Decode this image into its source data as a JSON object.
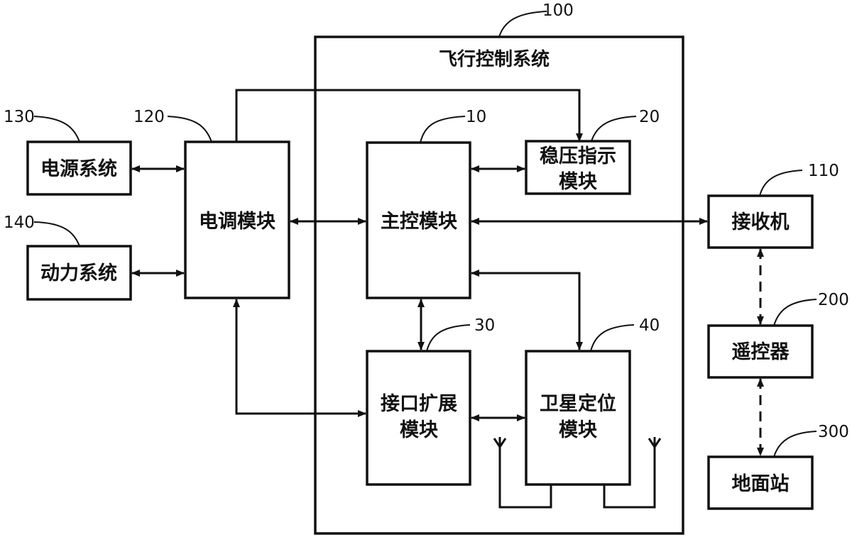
{
  "system": {
    "number": "100",
    "title": "飞行控制系统"
  },
  "blocks": {
    "power": {
      "number": "130",
      "label": "电源系统"
    },
    "drive": {
      "number": "140",
      "label": "动力系统"
    },
    "esc": {
      "number": "120",
      "label": "电调模块"
    },
    "main": {
      "number": "10",
      "label": "主控模块"
    },
    "regulator": {
      "number": "20",
      "label_line1": "稳压指示",
      "label_line2": "模块"
    },
    "interface": {
      "number": "30",
      "label_line1": "接口扩展",
      "label_line2": "模块"
    },
    "gnss": {
      "number": "40",
      "label_line1": "卫星定位",
      "label_line2": "模块"
    },
    "receiver": {
      "number": "110",
      "label": "接收机"
    },
    "remote": {
      "number": "200",
      "label": "遥控器"
    },
    "ground": {
      "number": "300",
      "label": "地面站"
    }
  }
}
